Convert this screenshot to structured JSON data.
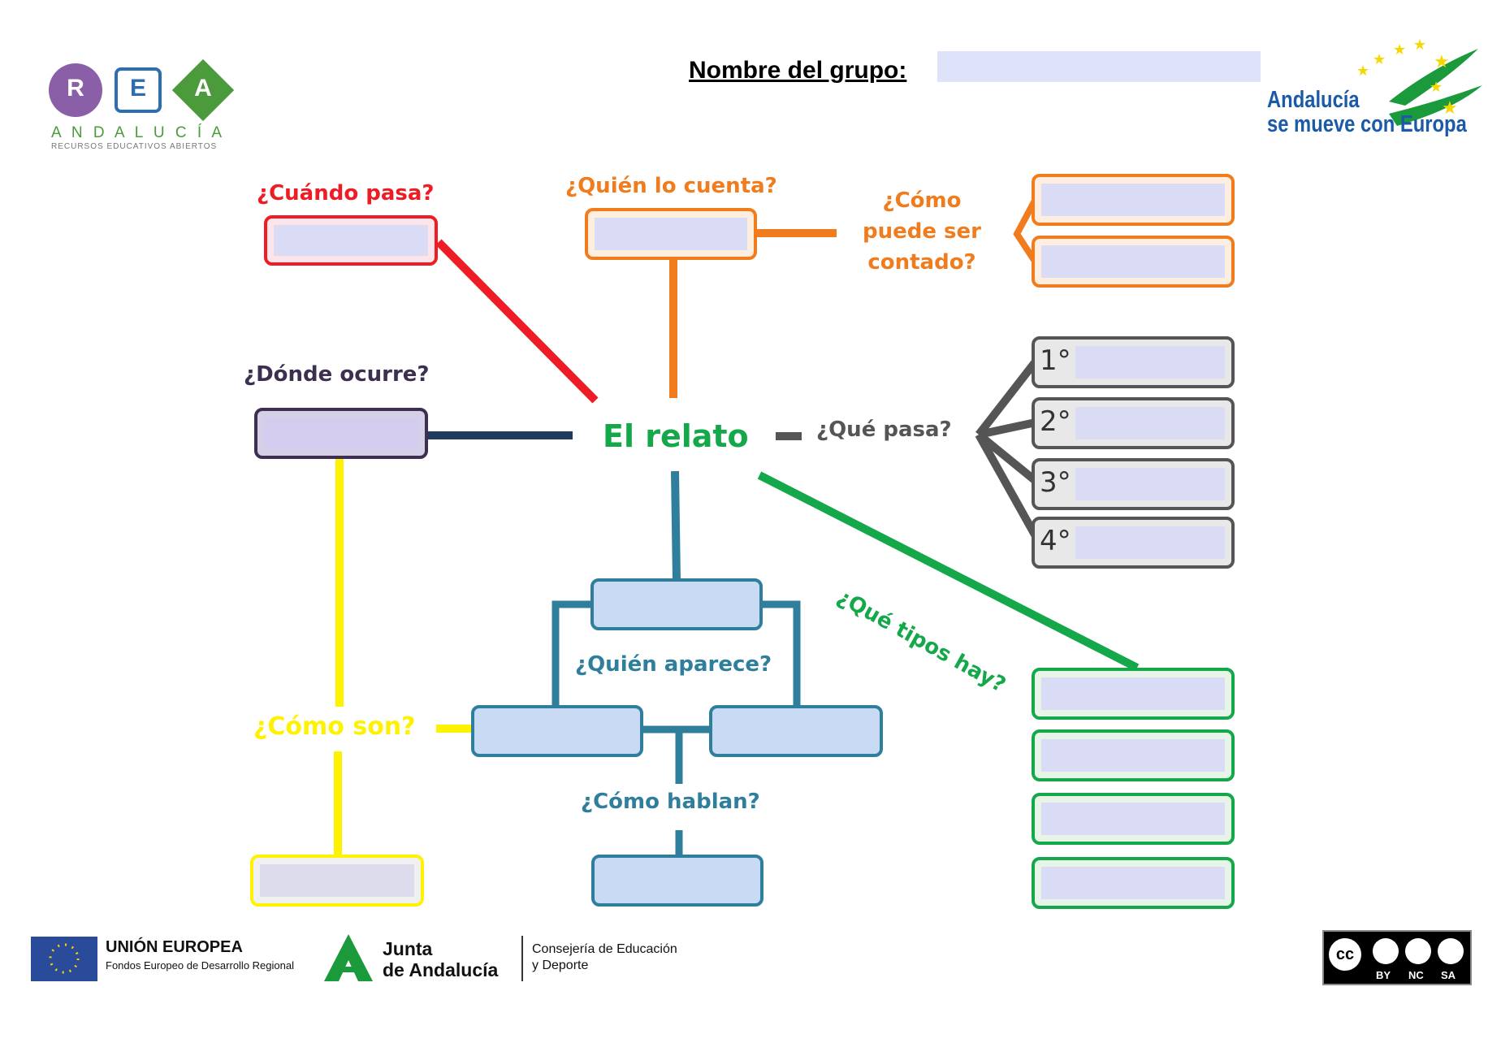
{
  "header": {
    "rea_logo": {
      "letters": [
        "R",
        "E",
        "A"
      ],
      "region": "A N D A L U C Í A",
      "tagline": "RECURSOS EDUCATIVOS ABIERTOS"
    },
    "group_label": "Nombre del grupo:",
    "group_value": "",
    "andalucia_logo": {
      "line1": "Andalucía",
      "line2": "se mueve con Europa"
    }
  },
  "diagram": {
    "center": "El relato",
    "questions": {
      "cuando": "¿Cuándo pasa?",
      "quien_cuenta": "¿Quién lo cuenta?",
      "como_contado": [
        "¿Cómo",
        "puede ser",
        "contado?"
      ],
      "donde": "¿Dónde ocurre?",
      "que_pasa": "¿Qué pasa?",
      "tipos": "¿Qué tipos hay?",
      "quien_aparece": "¿Quién aparece?",
      "como_son": "¿Cómo son?",
      "como_hablan": "¿Cómo hablan?"
    },
    "ordinals": [
      "1°",
      "2°",
      "3°",
      "4°"
    ]
  },
  "footer": {
    "eu_title": "UNIÓN EUROPEA",
    "eu_sub": "Fondos Europeo de Desarrollo Regional",
    "junta_line1": "Junta",
    "junta_line2": "de Andalucía",
    "consejeria_line1": "Consejería de Educación",
    "consejeria_line2": "y Deporte",
    "cc_label": "cc",
    "cc_tags": [
      "BY",
      "NC",
      "SA"
    ]
  },
  "colors": {
    "red": "#ee1c24",
    "orange": "#f07c1d",
    "dark_purple": "#3d2f4f",
    "navy": "#203a5c",
    "gray": "#555555",
    "green": "#14a84a",
    "teal": "#2f7f9c",
    "yellow": "#fff200"
  }
}
